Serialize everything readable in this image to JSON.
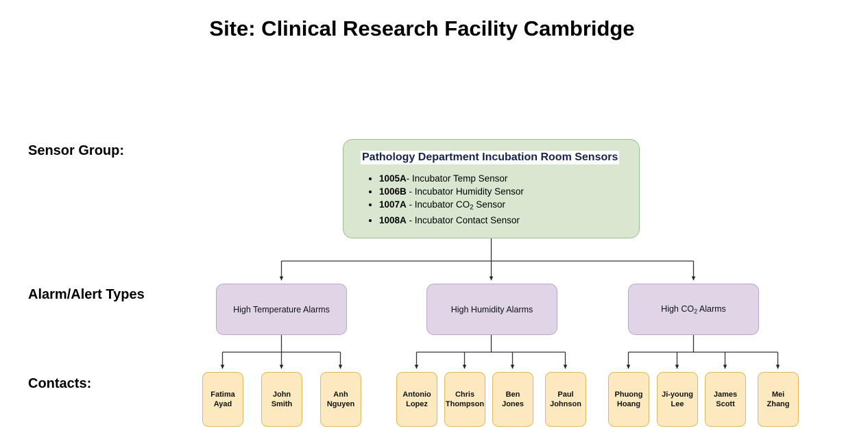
{
  "page": {
    "title": "Site: Clinical Research Facility Cambridge"
  },
  "row_labels": {
    "sensor_group": "Sensor Group:",
    "alarm_types": "Alarm/Alert Types",
    "contacts": "Contacts:"
  },
  "sensor_group": {
    "heading": "Pathology Department Incubation Room Sensors",
    "sensors": [
      {
        "id": "1005A",
        "separator": "- ",
        "description": "Incubator Temp Sensor"
      },
      {
        "id": "1006B",
        "separator": " - ",
        "description": "Incubator Humidity Sensor"
      },
      {
        "id": "1007A",
        "separator": " - ",
        "description_pre": "Incubator CO",
        "subscript": "2",
        "description_post": " Sensor"
      },
      {
        "id": "1008A",
        "separator": " - ",
        "description": "Incubator Contact Sensor"
      }
    ]
  },
  "alarm_types": [
    {
      "label": "High Temperature Alarms"
    },
    {
      "label": "High Humidity Alarms"
    },
    {
      "label_pre": "High CO",
      "subscript": "2",
      "label_post": " Alarms"
    }
  ],
  "contacts": {
    "group_0": [
      {
        "line1": "Fatima",
        "line2": "Ayad"
      },
      {
        "line1": "John Smith",
        "line2": ""
      },
      {
        "line1": "Anh",
        "line2": "Nguyen"
      }
    ],
    "group_1": [
      {
        "line1": "Antonio",
        "line2": "Lopez"
      },
      {
        "line1": "Chris",
        "line2": "Thompson"
      },
      {
        "line1": "Ben Jones",
        "line2": ""
      },
      {
        "line1": "Paul",
        "line2": "Johnson"
      }
    ],
    "group_2": [
      {
        "line1": "Phuong",
        "line2": "Hoang"
      },
      {
        "line1": "Ji-young",
        "line2": "Lee"
      },
      {
        "line1": "James",
        "line2": "Scott"
      },
      {
        "line1": "Mei Zhang",
        "line2": ""
      }
    ]
  },
  "colors": {
    "sensor_group_fill": "#d9e7d0",
    "sensor_group_border": "#9cbf8d",
    "alarm_fill": "#e0d5e6",
    "alarm_border": "#b9a6c4",
    "contact_fill": "#fce9bf",
    "contact_border": "#e0b95e",
    "connector": "#333333",
    "text": "#000000",
    "heading_text": "#16234a"
  }
}
